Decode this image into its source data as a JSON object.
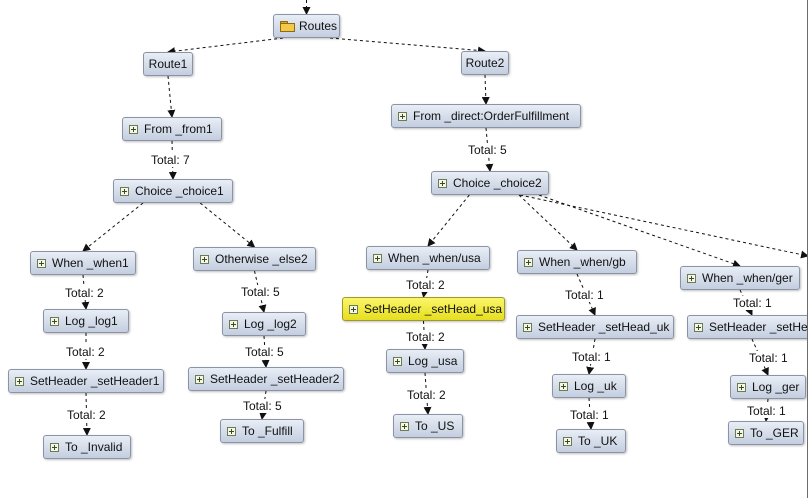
{
  "diagram": {
    "nodes": [
      {
        "id": "routes",
        "label": "Routes",
        "icon": "folder-icon",
        "selected": false
      },
      {
        "id": "route1",
        "label": "Route1",
        "icon": "none",
        "selected": false
      },
      {
        "id": "route2",
        "label": "Route2",
        "icon": "none",
        "selected": false
      },
      {
        "id": "from1",
        "label": "From _from1",
        "icon": "expand-icon",
        "selected": false
      },
      {
        "id": "from2",
        "label": "From _direct:OrderFulfillment",
        "icon": "expand-icon",
        "selected": false
      },
      {
        "id": "choice1",
        "label": "Choice _choice1",
        "icon": "expand-icon",
        "selected": false
      },
      {
        "id": "choice2",
        "label": "Choice _choice2",
        "icon": "expand-icon",
        "selected": false
      },
      {
        "id": "when1",
        "label": "When _when1",
        "icon": "expand-icon",
        "selected": false
      },
      {
        "id": "else2",
        "label": "Otherwise _else2",
        "icon": "expand-icon",
        "selected": false
      },
      {
        "id": "whenusa",
        "label": "When _when/usa",
        "icon": "expand-icon",
        "selected": false
      },
      {
        "id": "whengb",
        "label": "When _when/gb",
        "icon": "expand-icon",
        "selected": false
      },
      {
        "id": "whenger",
        "label": "When _when/ger",
        "icon": "expand-icon",
        "selected": false
      },
      {
        "id": "log1",
        "label": "Log _log1",
        "icon": "expand-icon",
        "selected": false
      },
      {
        "id": "log2",
        "label": "Log _log2",
        "icon": "expand-icon",
        "selected": false
      },
      {
        "id": "sethusa",
        "label": "SetHeader _setHead_usa",
        "icon": "expand-icon",
        "selected": true
      },
      {
        "id": "sethuk",
        "label": "SetHeader _setHead_uk",
        "icon": "expand-icon",
        "selected": false
      },
      {
        "id": "sethger",
        "label": "SetHeader _setHead_ger",
        "icon": "expand-icon",
        "selected": false
      },
      {
        "id": "seth1",
        "label": "SetHeader _setHeader1",
        "icon": "expand-icon",
        "selected": false
      },
      {
        "id": "seth2",
        "label": "SetHeader _setHeader2",
        "icon": "expand-icon",
        "selected": false
      },
      {
        "id": "logusa",
        "label": "Log _usa",
        "icon": "expand-icon",
        "selected": false
      },
      {
        "id": "loguk",
        "label": "Log _uk",
        "icon": "expand-icon",
        "selected": false
      },
      {
        "id": "logger",
        "label": "Log _ger",
        "icon": "expand-icon",
        "selected": false
      },
      {
        "id": "toinvalid",
        "label": "To _Invalid",
        "icon": "expand-icon",
        "selected": false
      },
      {
        "id": "tofulfill",
        "label": "To _Fulfill",
        "icon": "expand-icon",
        "selected": false
      },
      {
        "id": "tous",
        "label": "To _US",
        "icon": "expand-icon",
        "selected": false
      },
      {
        "id": "touk",
        "label": "To _UK",
        "icon": "expand-icon",
        "selected": false
      },
      {
        "id": "toger",
        "label": "To _GER",
        "icon": "expand-icon",
        "selected": false
      }
    ],
    "edges": [
      {
        "from": "top",
        "to": "routes",
        "label": ""
      },
      {
        "from": "routes",
        "to": "route1",
        "label": ""
      },
      {
        "from": "routes",
        "to": "route2",
        "label": ""
      },
      {
        "from": "route1",
        "to": "from1",
        "label": ""
      },
      {
        "from": "route2",
        "to": "from2",
        "label": ""
      },
      {
        "from": "from1",
        "to": "choice1",
        "label": "Total: 7"
      },
      {
        "from": "from2",
        "to": "choice2",
        "label": "Total: 5"
      },
      {
        "from": "choice1",
        "to": "when1",
        "label": ""
      },
      {
        "from": "choice1",
        "to": "else2",
        "label": ""
      },
      {
        "from": "choice2",
        "to": "whenusa",
        "label": ""
      },
      {
        "from": "choice2",
        "to": "whengb",
        "label": ""
      },
      {
        "from": "choice2",
        "to": "whenger",
        "label": ""
      },
      {
        "from": "choice2",
        "to": "offscreen",
        "label": ""
      },
      {
        "from": "when1",
        "to": "log1",
        "label": "Total: 2"
      },
      {
        "from": "else2",
        "to": "log2",
        "label": "Total: 5"
      },
      {
        "from": "whenusa",
        "to": "sethusa",
        "label": "Total: 2"
      },
      {
        "from": "whengb",
        "to": "sethuk",
        "label": "Total: 1"
      },
      {
        "from": "whenger",
        "to": "sethger",
        "label": "Total: 1"
      },
      {
        "from": "log1",
        "to": "seth1",
        "label": "Total: 2"
      },
      {
        "from": "log2",
        "to": "seth2",
        "label": "Total: 5"
      },
      {
        "from": "sethusa",
        "to": "logusa",
        "label": "Total: 2"
      },
      {
        "from": "sethuk",
        "to": "loguk",
        "label": "Total: 1"
      },
      {
        "from": "sethger",
        "to": "logger",
        "label": "Total: 1"
      },
      {
        "from": "seth1",
        "to": "toinvalid",
        "label": "Total: 2"
      },
      {
        "from": "seth2",
        "to": "tofulfill",
        "label": "Total: 5"
      },
      {
        "from": "logusa",
        "to": "tous",
        "label": "Total: 2"
      },
      {
        "from": "loguk",
        "to": "touk",
        "label": "Total: 1"
      },
      {
        "from": "logger",
        "to": "toger",
        "label": "Total: 1"
      }
    ],
    "colors": {
      "node_top": "#e9eef6",
      "node_bottom": "#c3cedf",
      "selected_top": "#fbf66a",
      "selected_bottom": "#e6de1e",
      "edge": "#111111"
    }
  }
}
